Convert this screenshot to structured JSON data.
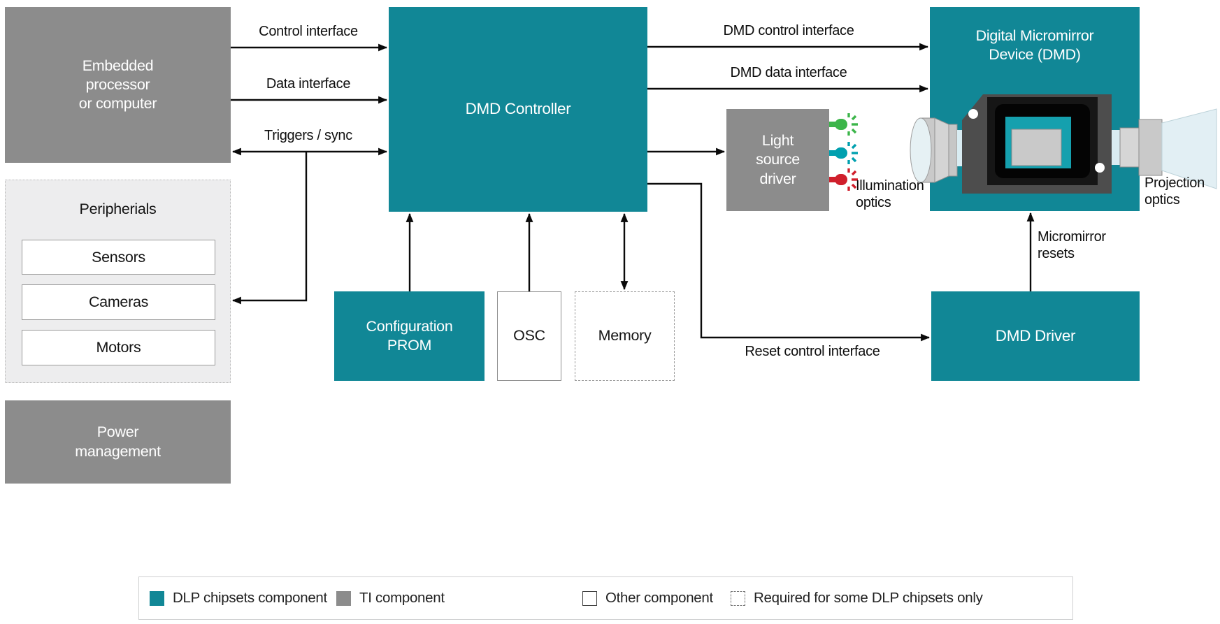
{
  "colors": {
    "dlp_teal": "#118796",
    "ti_gray": "#8c8c8c",
    "line_black": "#0a0a0a",
    "led_green": "#3cb54a",
    "led_teal": "#00a0af",
    "led_red": "#d01f2c"
  },
  "nodes": {
    "embedded": {
      "label": "Embedded\nprocessor\nor computer"
    },
    "peripherials": {
      "title": "Peripherials",
      "items": [
        "Sensors",
        "Cameras",
        "Motors"
      ]
    },
    "power": {
      "label": "Power\nmanagement"
    },
    "dmd_controller": {
      "label": "DMD Controller"
    },
    "config_prom": {
      "label": "Configuration\nPROM"
    },
    "osc": {
      "label": "OSC"
    },
    "memory": {
      "label": "Memory"
    },
    "light_source_driver": {
      "label": "Light\nsource\ndriver"
    },
    "dmd": {
      "label": "Digital Micromirror\nDevice (DMD)"
    },
    "dmd_driver": {
      "label": "DMD Driver"
    }
  },
  "connections": {
    "control_interface": "Control interface",
    "data_interface": "Data interface",
    "triggers_sync": "Triggers / sync",
    "dmd_control_interface": "DMD control interface",
    "dmd_data_interface": "DMD data interface",
    "reset_control_interface": "Reset control interface",
    "micromirror_resets": "Micromirror\nresets",
    "illumination_optics": "Illumination\noptics",
    "projection_optics": "Projection\noptics"
  },
  "legend": {
    "items": [
      {
        "swatch": "teal",
        "label": "DLP chipsets component"
      },
      {
        "swatch": "gray",
        "label": "TI component"
      },
      {
        "swatch": "white",
        "label": "Other component"
      },
      {
        "swatch": "dashed",
        "label": "Required for some DLP chipsets only"
      }
    ]
  },
  "icons": {
    "leds": [
      "green-led",
      "teal-led",
      "red-led"
    ]
  }
}
